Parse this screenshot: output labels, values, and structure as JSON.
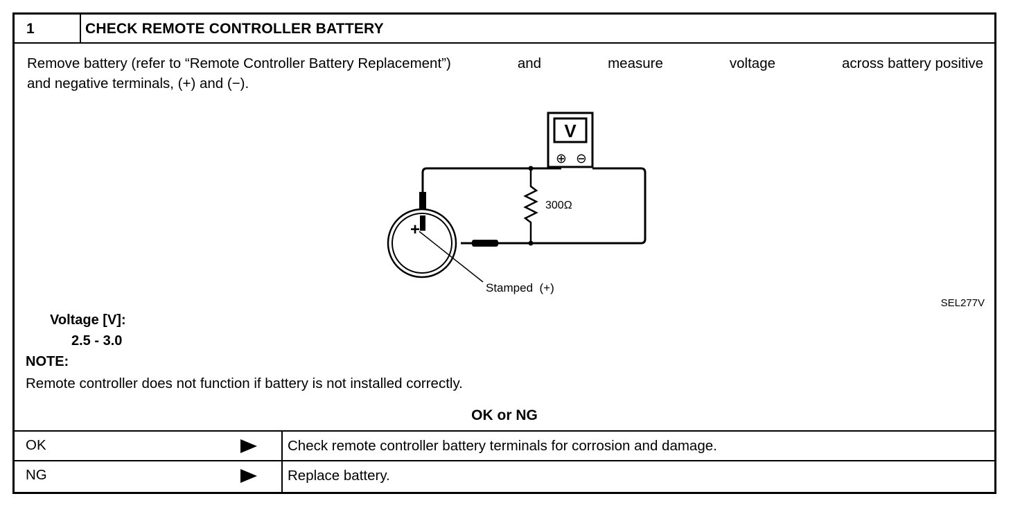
{
  "step": {
    "number": "1",
    "title": "CHECK REMOTE CONTROLLER BATTERY"
  },
  "instruction": {
    "line1_words": [
      "Remove battery (refer to “Remote Controller Battery Replacement”)",
      "and",
      "measure",
      "voltage",
      "across battery positive"
    ],
    "line2": "and negative terminals, (+) and (−)."
  },
  "figure": {
    "meter_letter": "V",
    "meter_plus": "⊕",
    "meter_minus": "⊖",
    "resistor_label": "300Ω",
    "battery_plus": "+",
    "callout": "Stamped  (+)",
    "figure_id": "SEL277V"
  },
  "spec": {
    "label": "Voltage [V]:",
    "value": "2.5 - 3.0"
  },
  "note": {
    "label": "NOTE:",
    "text": "Remote controller does not function if battery is not installed correctly."
  },
  "result_heading": "OK or NG",
  "results": [
    {
      "label": "OK",
      "action": "Check remote controller battery terminals for corrosion and damage."
    },
    {
      "label": "NG",
      "action": "Replace battery."
    }
  ]
}
